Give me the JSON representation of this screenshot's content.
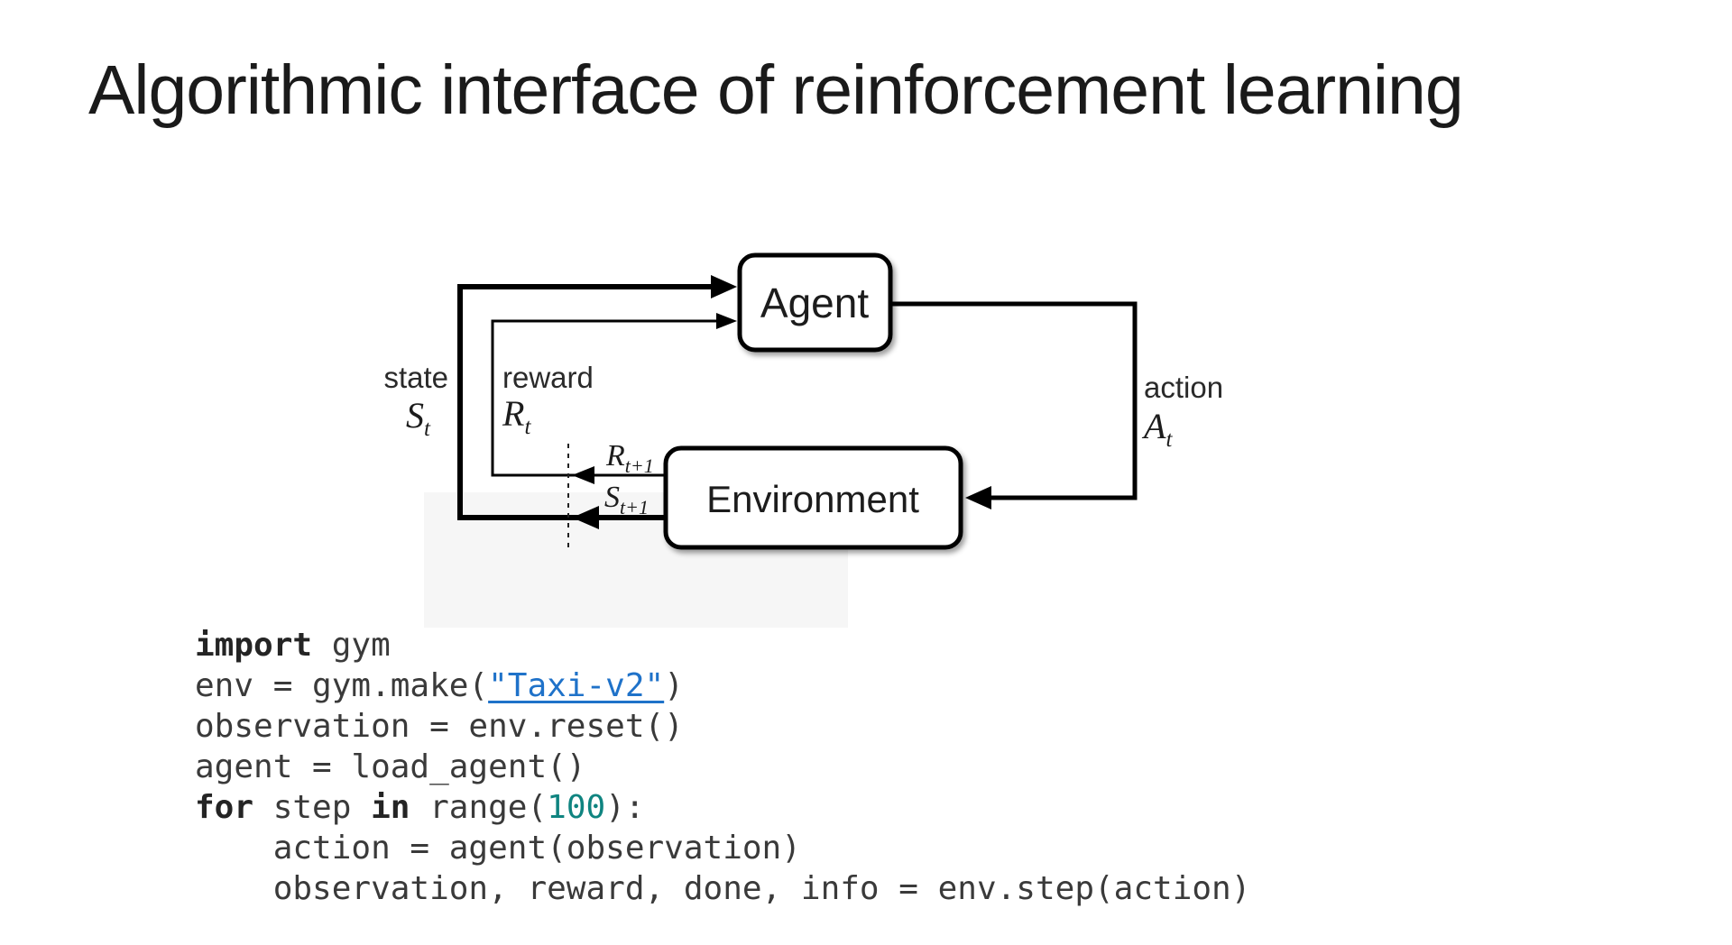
{
  "slide": {
    "title": "Algorithmic interface of reinforcement learning"
  },
  "diagram": {
    "agent_label": "Agent",
    "environment_label": "Environment",
    "state_label": "state",
    "state_symbol": "S",
    "state_sub": "t",
    "reward_label": "reward",
    "reward_symbol": "R",
    "reward_sub": "t",
    "action_label": "action",
    "action_symbol": "A",
    "action_sub": "t",
    "next_reward_symbol": "R",
    "next_reward_sub": "t+1",
    "next_state_symbol": "S",
    "next_state_sub": "t+1"
  },
  "code": {
    "lines": [
      {
        "segments": [
          {
            "t": "import",
            "s": "kw"
          },
          {
            "t": " gym",
            "s": "plain"
          }
        ]
      },
      {
        "segments": [
          {
            "t": "env = gym.make(",
            "s": "plain"
          },
          {
            "t": "\"Taxi-v2\"",
            "s": "str"
          },
          {
            "t": ")",
            "s": "plain"
          }
        ]
      },
      {
        "segments": [
          {
            "t": "observation = env.reset()",
            "s": "plain"
          }
        ]
      },
      {
        "segments": [
          {
            "t": "agent = load_agent()",
            "s": "plain"
          }
        ]
      },
      {
        "segments": [
          {
            "t": "for",
            "s": "kw"
          },
          {
            "t": " step ",
            "s": "plain"
          },
          {
            "t": "in",
            "s": "kw"
          },
          {
            "t": " range(",
            "s": "plain"
          },
          {
            "t": "100",
            "s": "num"
          },
          {
            "t": "):",
            "s": "plain"
          }
        ]
      },
      {
        "segments": [
          {
            "t": "    action = agent(observation)",
            "s": "plain"
          }
        ]
      },
      {
        "segments": [
          {
            "t": "    observation, reward, done, info = env.step(action)",
            "s": "plain"
          }
        ]
      }
    ]
  },
  "colors": {
    "string_link": "#1f72c9",
    "number": "#0f8480",
    "code_text": "#3a3a3a",
    "diagram_stroke": "#000000",
    "code_background": "#f6f6f6"
  }
}
